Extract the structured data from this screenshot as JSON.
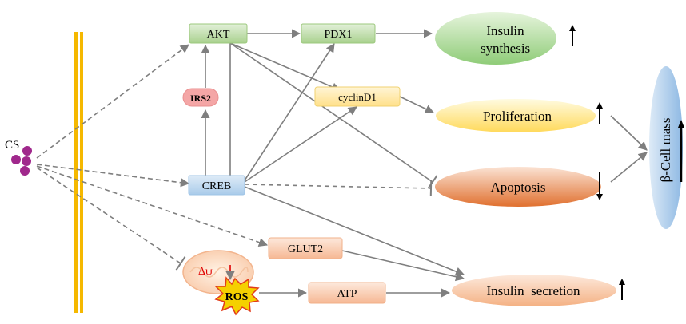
{
  "nodes": {
    "cs": "CS",
    "akt": "AKT",
    "pdx1": "PDX1",
    "irs2": "IRS2",
    "cyclind1": "cyclinD1",
    "creb": "CREB",
    "glut2": "GLUT2",
    "atp": "ATP",
    "ros": "ROS",
    "delta_psi": "Δψ"
  },
  "outcomes": {
    "insulin_synthesis_line1": "Insulin",
    "insulin_synthesis_line2": "synthesis",
    "proliferation": "Proliferation",
    "apoptosis": "Apoptosis",
    "insulin_secretion": "Insulin  secretion",
    "beta_cell_mass": "β-Cell mass"
  },
  "indicators": {
    "insulin_synthesis": "up",
    "proliferation": "up",
    "apoptosis": "down",
    "insulin_secretion": "up",
    "beta_cell_mass": "up"
  },
  "colors": {
    "membrane": "#f5b800",
    "cs_dot": "#a0288c",
    "akt_box": "#a9d18e",
    "creb_box": "#bdd7ee",
    "irs2_box": "#f4a6a6",
    "cyclind1_box": "#ffe699",
    "glut2_box": "#f8cbad",
    "atp_box": "#f8cbad",
    "insulin_synthesis": "#9fd38a",
    "proliferation": "#ffe07a",
    "apoptosis": "#e8804a",
    "insulin_secretion": "#f4b183",
    "beta_cell_mass": "#9dc3e6",
    "ros_burst": "#f5d000",
    "delta_psi": "#e00000"
  }
}
